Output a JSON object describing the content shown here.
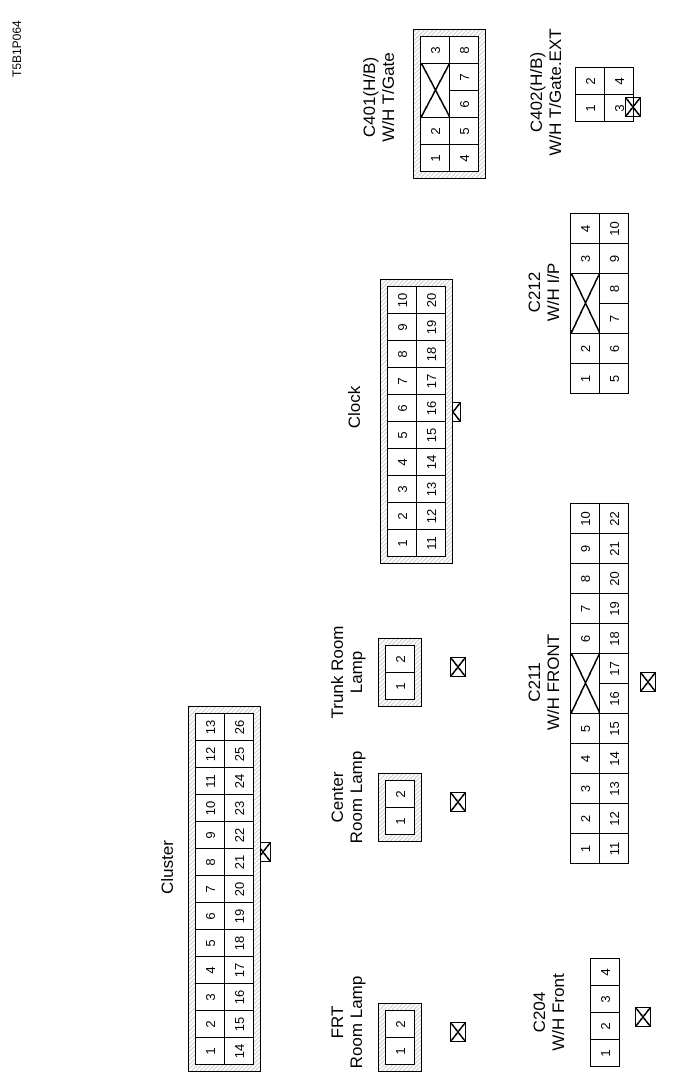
{
  "figure_code": "T5B1P064",
  "connectors": {
    "c204": {
      "line1": "C204",
      "line2": "W/H Front",
      "row1": [
        "1",
        "2",
        "3",
        "4"
      ]
    },
    "c211": {
      "line1": "C211",
      "line2": "W/H FRONT",
      "row1": [
        "1",
        "2",
        "3",
        "4",
        "5",
        "6",
        "7",
        "8",
        "9",
        "10"
      ],
      "row2": [
        "11",
        "12",
        "13",
        "14",
        "15",
        "16",
        "17",
        "18",
        "19",
        "20",
        "21",
        "22"
      ]
    },
    "c212": {
      "line1": "C212",
      "line2": "W/H I/P",
      "row1": [
        "1",
        "2",
        "3",
        "4"
      ],
      "row2": [
        "5",
        "6",
        "7",
        "8",
        "9",
        "10"
      ]
    },
    "c402": {
      "line1": "C402(H/B)",
      "line2": "W/H T/Gate.EXT",
      "row1": [
        "1",
        "2"
      ],
      "row2": [
        "3",
        "4"
      ]
    },
    "c401": {
      "line1": "C401(H/B)",
      "line2": "W/H T/Gate",
      "row1": [
        "1",
        "2",
        "3"
      ],
      "row2": [
        "4",
        "5",
        "6",
        "7",
        "8"
      ]
    },
    "frt_room_lamp": {
      "line1": "FRT",
      "line2": "Room Lamp",
      "row1": [
        "1",
        "2"
      ]
    },
    "center_room_lamp": {
      "line1": "Center",
      "line2": "Room Lamp",
      "row1": [
        "1",
        "2"
      ]
    },
    "trunk_room_lamp": {
      "line1": "Trunk Room",
      "line2": "Lamp",
      "row1": [
        "1",
        "2"
      ]
    },
    "clock": {
      "line1": "Clock",
      "row1": [
        "1",
        "2",
        "3",
        "4",
        "5",
        "6",
        "7",
        "8",
        "9",
        "10"
      ],
      "row2": [
        "11",
        "12",
        "13",
        "14",
        "15",
        "16",
        "17",
        "18",
        "19",
        "20"
      ]
    },
    "cluster": {
      "line1": "Cluster",
      "row1": [
        "1",
        "2",
        "3",
        "4",
        "5",
        "6",
        "7",
        "8",
        "9",
        "10",
        "11",
        "12",
        "13"
      ],
      "row2": [
        "14",
        "15",
        "16",
        "17",
        "18",
        "19",
        "20",
        "21",
        "22",
        "23",
        "24",
        "25",
        "26"
      ]
    }
  }
}
